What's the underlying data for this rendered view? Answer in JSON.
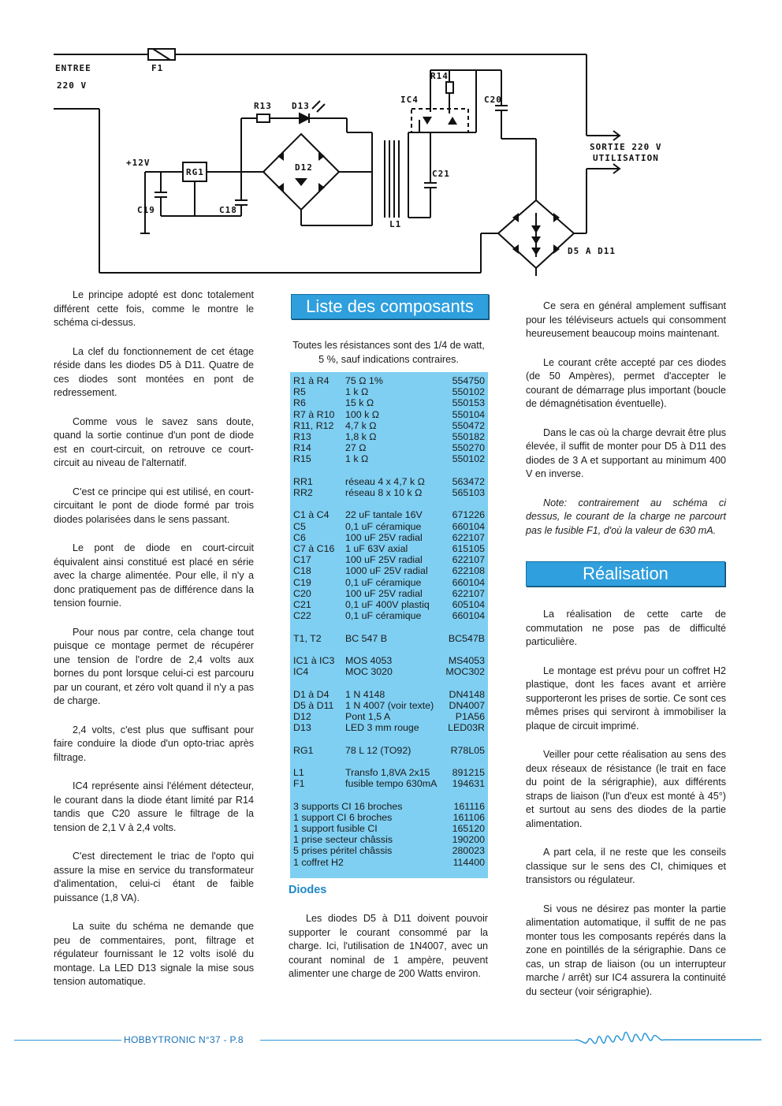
{
  "schematic": {
    "labels": {
      "entree": "ENTREE",
      "v220": "220 V",
      "f1": "F1",
      "r14": "R14",
      "ic4": "IC4",
      "c20": "C20",
      "r13": "R13",
      "d13": "D13",
      "plus12v": "+12V",
      "rg1": "RG1",
      "d12": "D12",
      "c21": "C21",
      "c19": "C19",
      "c18": "C18",
      "l1": "L1",
      "sortie": "SORTIE 220 V",
      "utilisation": "UTILISATION",
      "d5d11": "D5 A D11"
    }
  },
  "col1": [
    "Le principe adopté est donc totalement différent cette fois, comme le montre le schéma ci-dessus.",
    "La clef du fonctionnement de cet étage réside dans les diodes D5 à D11. Quatre de ces diodes sont montées en pont de redressement.",
    "Comme vous le savez sans doute, quand la sortie continue d'un pont de diode est en court-circuit, on retrouve ce court-circuit au niveau de l'alternatif.",
    "C'est ce principe qui est utilisé, en court-circuitant le pont de diode formé par trois diodes polarisées dans le sens passant.",
    "Le pont de diode en court-circuit équivalent ainsi constitué est placé en série avec la charge alimentée. Pour elle, il n'y a donc pratiquement pas de différence dans la tension fournie.",
    "Pour nous par contre, cela change tout puisque ce montage permet de récupérer une tension de l'ordre de 2,4 volts aux bornes du pont lorsque celui-ci est parcouru par un courant, et zéro volt quand il n'y a pas de charge.",
    "2,4 volts, c'est plus que suffisant pour faire conduire la diode d'un opto-triac après filtrage.",
    "IC4 représente ainsi l'élément détecteur, le courant dans la diode étant limité par R14 tandis que C20 assure le filtrage de la tension de 2,1 V à 2,4 volts.",
    "C'est directement le triac de l'opto qui assure la mise en service du transformateur d'alimentation, celui-ci étant de faible puissance (1,8 VA).",
    "La suite du schéma ne demande que peu de commentaires, pont, filtrage et régulateur fournissant le 12 volts isolé du montage. La LED D13 signale la mise sous tension automatique."
  ],
  "components": {
    "title": "Liste des composants",
    "intro": "Toutes les résistances sont des 1/4 de watt, 5 %, sauf indications contraires.",
    "rows": [
      {
        "ref": "R1 à R4",
        "val": "75 Ω 1%",
        "code": "554750"
      },
      {
        "ref": "R5",
        "val": "1 k Ω",
        "code": "550102"
      },
      {
        "ref": "R6",
        "val": "15 k Ω",
        "code": "550153"
      },
      {
        "ref": "R7 à R10",
        "val": "100 k Ω",
        "code": "550104"
      },
      {
        "ref": "R11, R12",
        "val": "4,7 k Ω",
        "code": "550472"
      },
      {
        "ref": "R13",
        "val": "1,8 k Ω",
        "code": "550182"
      },
      {
        "ref": "R14",
        "val": "27 Ω",
        "code": "550270"
      },
      {
        "ref": "R15",
        "val": "1 k Ω",
        "code": "550102"
      },
      {
        "ref": "RR1",
        "val": "réseau 4 x 4,7 k Ω",
        "code": "563472"
      },
      {
        "ref": "RR2",
        "val": "réseau 8 x 10 k Ω",
        "code": "565103"
      },
      {
        "ref": "C1 à C4",
        "val": "22 uF tantale 16V",
        "code": "671226"
      },
      {
        "ref": "C5",
        "val": "0,1 uF céramique",
        "code": "660104"
      },
      {
        "ref": "C6",
        "val": "100 uF 25V radial",
        "code": "622107"
      },
      {
        "ref": "C7 à C16",
        "val": "1 uF 63V axial",
        "code": "615105"
      },
      {
        "ref": "C17",
        "val": "100 uF 25V radial",
        "code": "622107"
      },
      {
        "ref": "C18",
        "val": "1000 uF 25V radial",
        "code": "622108"
      },
      {
        "ref": "C19",
        "val": "0,1 uF céramique",
        "code": "660104"
      },
      {
        "ref": "C20",
        "val": "100 uF 25V radial",
        "code": "622107"
      },
      {
        "ref": "C21",
        "val": "0,1 uF 400V plastiq",
        "code": "605104"
      },
      {
        "ref": "C22",
        "val": "0,1 uF céramique",
        "code": "660104"
      },
      {
        "ref": "T1, T2",
        "val": "BC 547 B",
        "code": "BC547B"
      },
      {
        "ref": "IC1 à IC3",
        "val": "MOS 4053",
        "code": "MS4053"
      },
      {
        "ref": "IC4",
        "val": "MOC 3020",
        "code": "MOC302"
      },
      {
        "ref": "D1 à D4",
        "val": "1 N 4148",
        "code": "DN4148"
      },
      {
        "ref": "D5 à D11",
        "val": "1 N 4007 (voir texte)",
        "code": "DN4007"
      },
      {
        "ref": "D12",
        "val": "Pont 1,5 A",
        "code": "P1A56"
      },
      {
        "ref": "D13",
        "val": "LED 3 mm rouge",
        "code": "LED03R"
      },
      {
        "ref": "RG1",
        "val": "78 L 12 (TO92)",
        "code": "R78L05"
      },
      {
        "ref": "L1",
        "val": "Transfo 1,8VA 2x15",
        "code": "891215"
      },
      {
        "ref": "F1",
        "val": "fusible tempo 630mA",
        "code": "194631"
      }
    ],
    "misc": [
      {
        "label": "3 supports CI 16 broches",
        "code": "161116"
      },
      {
        "label": "1 support CI 6 broches",
        "code": "161106"
      },
      {
        "label": "1 support fusible CI",
        "code": "165120"
      },
      {
        "label": "1 prise secteur châssis",
        "code": "190200"
      },
      {
        "label": "5 prises péritel châssis",
        "code": "280023"
      },
      {
        "label": "1 coffret H2",
        "code": "114400"
      }
    ]
  },
  "diodes": {
    "heading": "Diodes",
    "text": "Les diodes D5 à D11 doivent pouvoir supporter le courant consommé par la charge. Ici, l'utilisation de 1N4007, avec un courant nominal de 1 ampère, peuvent alimenter une charge de 200 Watts environ."
  },
  "col3": {
    "paragraphs": [
      "Ce sera en général amplement suffisant pour les téléviseurs actuels qui consomment heureusement beaucoup moins maintenant.",
      "Le courant crête accepté par ces diodes (de 50 Ampères), permet d'accepter le courant de démarrage plus important (boucle de démagnétisation éventuelle).",
      "Dans le cas où la charge devrait être plus élevée, il suffit de monter pour D5 à D11 des diodes de 3 A et supportant au minimum 400 V en inverse."
    ],
    "note": "Note: contrairement au schéma ci dessus, le courant de la charge ne parcourt pas le fusible F1, d'où la valeur de 630 mA.",
    "realisation_title": "Réalisation",
    "realisation": [
      "La réalisation de cette carte de commutation ne pose pas de difficulté particulière.",
      "Le montage est prévu pour un coffret H2 plastique, dont les faces avant et arrière supporteront les prises de sortie. Ce sont ces mêmes prises qui serviront à immobiliser la plaque de circuit imprimé.",
      "Veiller pour cette réalisation au sens des deux réseaux de résistance (le trait en face du point de la sérigraphie), aux différents straps de liaison (l'un d'eux est monté à 45°) et surtout au sens des diodes de la partie alimentation.",
      "A part cela, il ne reste que les conseils classique sur le sens des CI, chimiques et transistors ou régulateur.",
      "Si vous ne désirez pas monter la partie alimentation automatique, il suffit de ne pas monter tous les composants repérés dans la zone en pointillés de la sérigraphie. Dans ce cas, un strap de liaison (ou un interrupteur marche / arrêt) sur IC4 assurera la continuité du secteur (voir sérigraphie)."
    ]
  },
  "footer": {
    "text": "HOBBYTRONIC N°37 - P.8",
    "accent_color": "#2a97d8"
  },
  "colors": {
    "banner": "#2f9fdd",
    "parts_bg": "#7fcff2",
    "heading_blue": "#1e88c9"
  }
}
